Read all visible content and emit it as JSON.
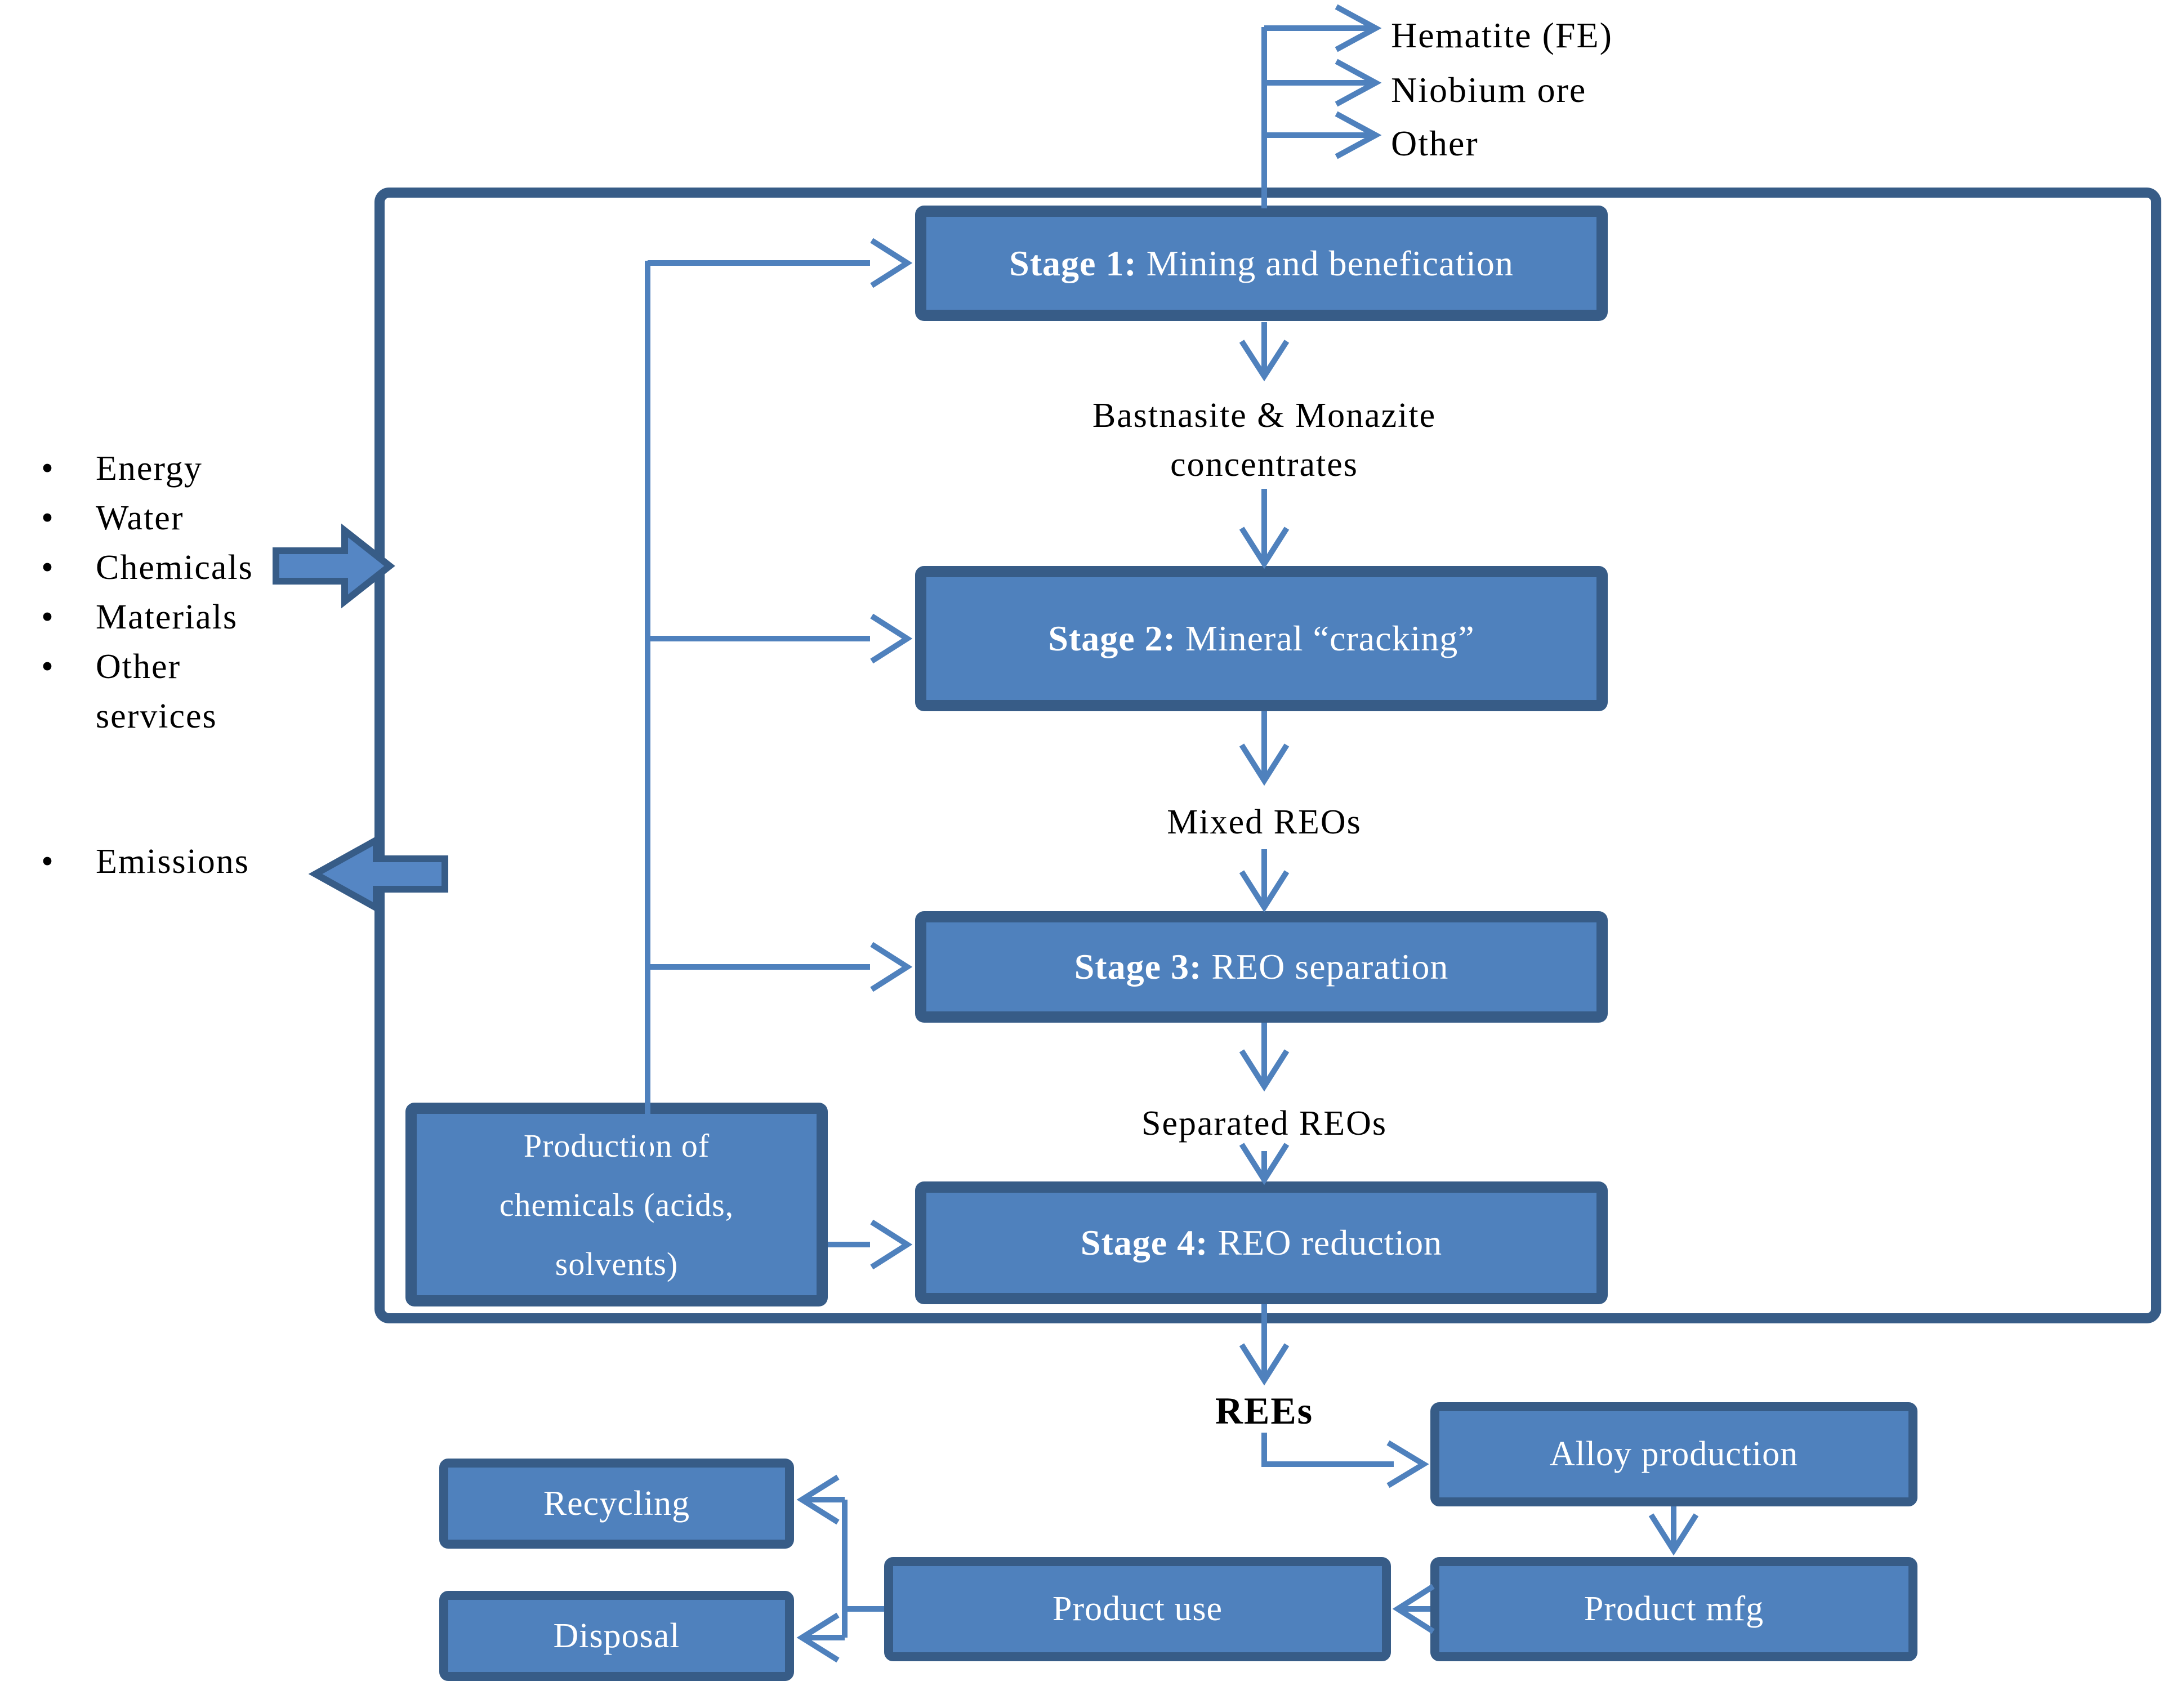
{
  "diagram": {
    "bullet_char": "•",
    "top_outputs": [
      "Hematite (FE)",
      "Niobium ore",
      "Other"
    ],
    "side_inputs": [
      "Energy",
      "Water",
      "Chemicals",
      "Materials",
      "Other",
      "services"
    ],
    "emissions_label": "Emissions",
    "stages": [
      {
        "label": "Stage 1:",
        "title": " Mining and benefication"
      },
      {
        "label": "Stage 2:",
        "title": " Mineral “cracking”"
      },
      {
        "label": "Stage 3:",
        "title": " REO separation"
      },
      {
        "label": "Stage 4:",
        "title": " REO reduction"
      }
    ],
    "intermediates": {
      "after_stage1_line1": "Bastnasite & Monazite",
      "after_stage1_line2": "concentrates",
      "after_stage2": "Mixed REOs",
      "after_stage3": "Separated REOs",
      "after_stage4": "REEs"
    },
    "chemicals_box": {
      "line1": "Production of",
      "line2": "chemicals (acids,",
      "line3": "solvents)"
    },
    "downstream": {
      "alloy": "Alloy production",
      "product_mfg": "Product mfg",
      "product_use": "Product use",
      "recycling": "Recycling",
      "disposal": "Disposal"
    },
    "colors": {
      "box_fill": "#4F81BD",
      "box_border": "#375C87",
      "connector_line": "#4F81BD",
      "text_on_box": "#FFFFFF",
      "text": "#000000"
    }
  }
}
